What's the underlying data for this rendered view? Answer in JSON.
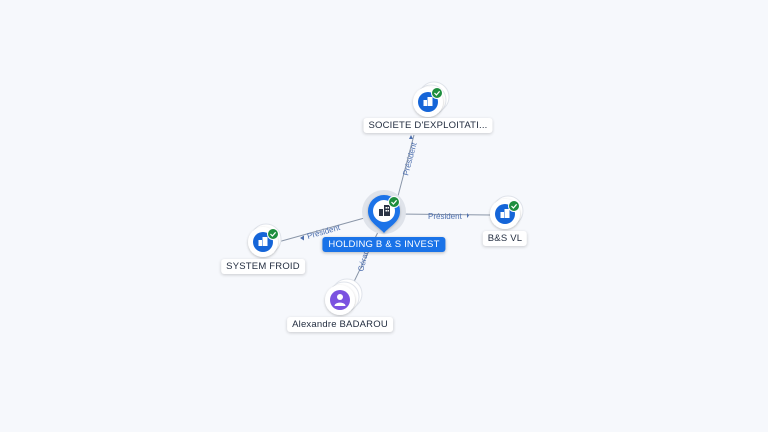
{
  "center": {
    "label": "HOLDING B & S INVEST"
  },
  "nodes": {
    "societe": {
      "label": "SOCIETE D'EXPLOITATI..."
    },
    "bsvl": {
      "label": "B&S VL"
    },
    "system": {
      "label": "SYSTEM FROID"
    },
    "person": {
      "label": "Alexandre BADAROU"
    }
  },
  "edges": {
    "societe": {
      "label": "Président"
    },
    "bsvl": {
      "label": "Président"
    },
    "system": {
      "label": "Président"
    },
    "person": {
      "label": "Gérant"
    }
  },
  "colors": {
    "accent": "#1a73e8",
    "company": "#1565d8",
    "person": "#7b52e0",
    "check": "#1e8e3e",
    "edge": "#8a96a8"
  },
  "icons": {
    "company": "building-icon",
    "person": "person-icon",
    "verified": "check-badge-icon"
  }
}
